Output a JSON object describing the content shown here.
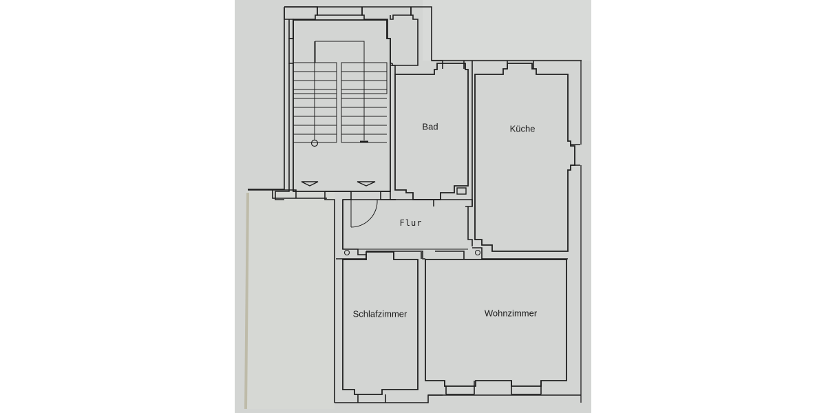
{
  "image": {
    "type": "floor-plan-photo",
    "background": "#ffffff",
    "paper_color": "#d3d5d3",
    "line_color": "#1f1f1f"
  },
  "plan": {
    "rooms": [
      {
        "id": "bad",
        "label": "Bad"
      },
      {
        "id": "kueche",
        "label": "Küche"
      },
      {
        "id": "flur",
        "label": "Flur"
      },
      {
        "id": "schlafzimmer",
        "label": "Schlafzimmer"
      },
      {
        "id": "wohnzimmer",
        "label": "Wohnzimmer"
      }
    ],
    "unlabeled": [
      "stairwell",
      "storage-closet",
      "left-side-area"
    ]
  }
}
